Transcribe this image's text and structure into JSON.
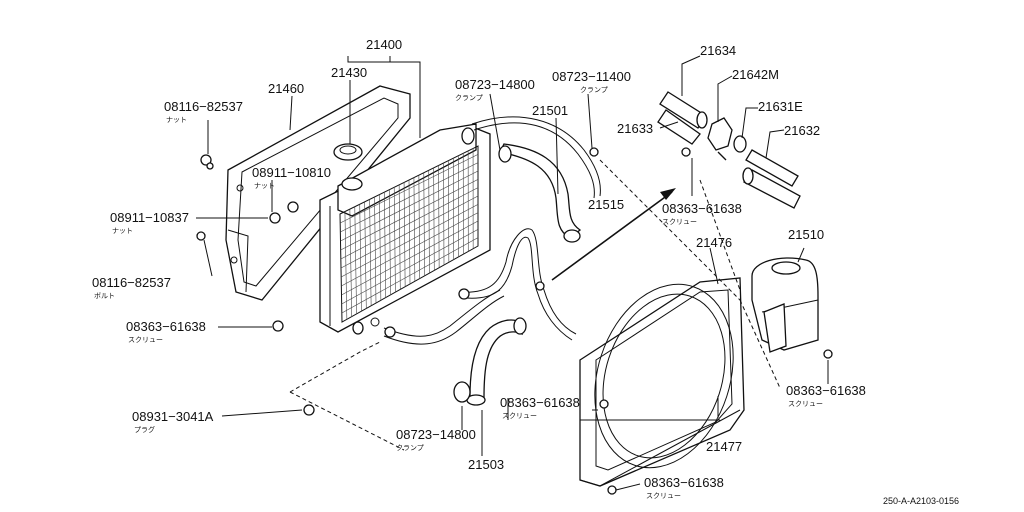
{
  "labels": [
    {
      "id": "p21400",
      "text": "21400",
      "sub": ""
    },
    {
      "id": "p21430",
      "text": "21430",
      "sub": ""
    },
    {
      "id": "p21460",
      "text": "21460",
      "sub": ""
    },
    {
      "id": "p08116a",
      "text": "08116−82537",
      "sub": "ナット"
    },
    {
      "id": "p08911a",
      "text": "08911−10810",
      "sub": "ナット"
    },
    {
      "id": "p08911b",
      "text": "08911−10837",
      "sub": "ナット"
    },
    {
      "id": "p08116b",
      "text": "08116−82537",
      "sub": "ボルト"
    },
    {
      "id": "p08363a",
      "text": "08363−61638",
      "sub": "スクリュー"
    },
    {
      "id": "p08931",
      "text": "08931−3041A",
      "sub": "プラグ"
    },
    {
      "id": "p08723a",
      "text": "08723−14800",
      "sub": "クランプ"
    },
    {
      "id": "p08723b",
      "text": "08723−11400",
      "sub": "クランプ"
    },
    {
      "id": "p21501",
      "text": "21501",
      "sub": ""
    },
    {
      "id": "p21515",
      "text": "21515",
      "sub": ""
    },
    {
      "id": "p21634",
      "text": "21634",
      "sub": ""
    },
    {
      "id": "p21642m",
      "text": "21642M",
      "sub": ""
    },
    {
      "id": "p21631e",
      "text": "21631E",
      "sub": ""
    },
    {
      "id": "p21632",
      "text": "21632",
      "sub": ""
    },
    {
      "id": "p21633",
      "text": "21633",
      "sub": ""
    },
    {
      "id": "p08363b",
      "text": "08363−61638",
      "sub": "スクリュー"
    },
    {
      "id": "p21476",
      "text": "21476",
      "sub": ""
    },
    {
      "id": "p21510",
      "text": "21510",
      "sub": ""
    },
    {
      "id": "p08363c",
      "text": "08363−61638",
      "sub": "スクリュー"
    },
    {
      "id": "p08363d",
      "text": "08363−61638",
      "sub": "スクリュー"
    },
    {
      "id": "p21477",
      "text": "21477",
      "sub": ""
    },
    {
      "id": "p08723c",
      "text": "08723−14800",
      "sub": "クランプ"
    },
    {
      "id": "p21503",
      "text": "21503",
      "sub": ""
    },
    {
      "id": "p08363e",
      "text": "08363−61638",
      "sub": "スクリュー"
    }
  ],
  "reference": "250-A-A2103-0156"
}
